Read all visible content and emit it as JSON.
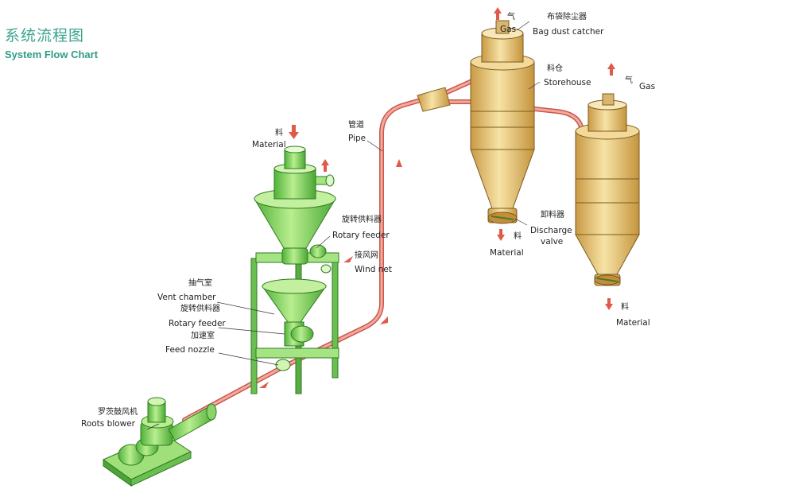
{
  "header": {
    "title_cn": "系统流程图",
    "title_en": "System Flow Chart"
  },
  "labels": {
    "material_top_cn": "料",
    "material_top_en": "Material",
    "rotary_feeder_top_cn": "旋转供料器",
    "rotary_feeder_top_en": "Rotary feeder",
    "wind_net_cn": "接风网",
    "wind_net_en": "Wind net",
    "vent_chamber_cn": "抽气室",
    "vent_chamber_en": "Vent chamber",
    "rotary_feeder_mid_cn": "旋转供料器",
    "rotary_feeder_mid_en": "Rotary feeder",
    "feed_nozzle_cn": "加速室",
    "feed_nozzle_en": "Feed nozzle",
    "roots_blower_cn": "罗茨鼓风机",
    "roots_blower_en": "Roots blower",
    "pipe_cn": "管道",
    "pipe_en": "Pipe",
    "gas_top_cn": "气",
    "gas_top_en": "Gas",
    "bag_dust_catcher_cn": "布袋除尘器",
    "bag_dust_catcher_en": "Bag dust catcher",
    "storehouse_cn": "料仓",
    "storehouse_en": "Storehouse",
    "gas_right_cn": "气",
    "gas_right_en": "Gas",
    "discharge_valve_cn": "卸料器",
    "discharge_valve_en_1": "Discharge",
    "discharge_valve_en_2": "valve",
    "material_left_cn": "料",
    "material_left_en": "Material",
    "material_right_cn": "料",
    "material_right_en": "Material"
  },
  "colors": {
    "green": "#7bd35a",
    "green_dark": "#3f9a2c",
    "tan": "#e8c777",
    "tan_dark": "#b58a35",
    "pipe": "#e8857a",
    "arrow": "#e05a4a"
  }
}
